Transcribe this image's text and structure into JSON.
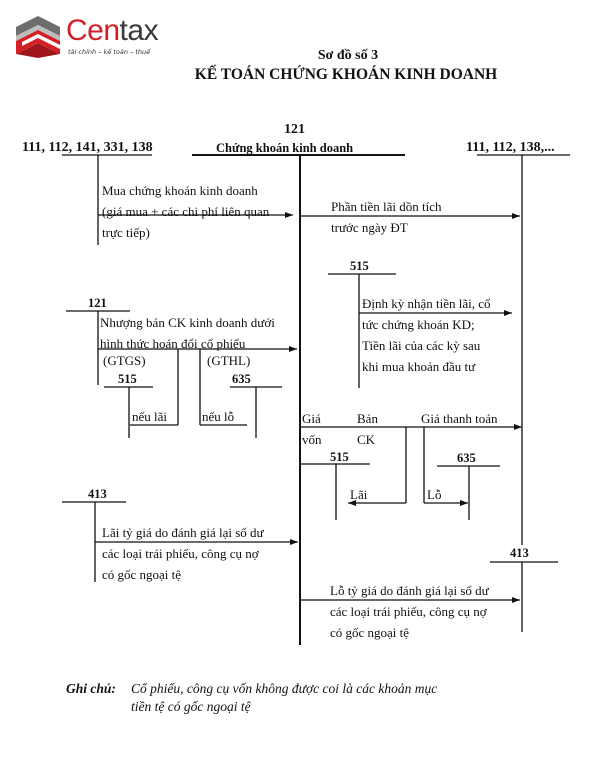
{
  "logo": {
    "brand_part1": "Cen",
    "brand_part2": "tax",
    "tagline": "tài chính – kế toán – thuế",
    "colors": {
      "red": "#d32027",
      "dark": "#3a3a3a"
    }
  },
  "title": {
    "line1": "Sơ đồ số 3",
    "line2": "KẾ TOÁN CHỨNG KHOÁN KINH DOANH"
  },
  "accounts": {
    "left_top": "111, 112, 141, 331, 138",
    "center_number": "121",
    "center_name": "Chứng khoán kinh doanh",
    "right_top": "111, 112, 138,...",
    "a515_right": "515",
    "a121_left": "121",
    "a515_left": "515",
    "a635_left": "635",
    "a515_mid": "515",
    "a635_mid": "635",
    "a413_left": "413",
    "a413_right": "413"
  },
  "entries": {
    "buy": [
      "Mua chứng khoán kinh doanh",
      "(giá mua + các chi phí liên quan",
      "trực tiếp)"
    ],
    "accrued_interest": [
      "Phần tiền lãi dồn tích",
      "trước ngày ĐT"
    ],
    "periodic_interest": [
      "Định kỳ nhận tiền lãi, cổ",
      "tức chứng khoán KD;",
      "Tiền lãi của các kỳ sau",
      "khi mua khoản đầu tư"
    ],
    "swap": [
      "Nhượng bán CK kinh doanh dưới",
      "hình thức hoán đổi cổ phiếu"
    ],
    "gtgs": "(GTGS)",
    "gthl": "(GTHL)",
    "if_gain": "nếu lãi",
    "if_loss": "nếu lỗ",
    "cost_label": [
      "Giá",
      "vốn"
    ],
    "sell_label": [
      "Bán",
      "CK"
    ],
    "payment_price": "Giá thanh toán",
    "gain": "Lãi",
    "loss": "Lỗ",
    "fx_gain": [
      "Lãi tỷ giá do đánh giá lại số dư",
      "các loại trái phiếu, công cụ nợ",
      "có gốc ngoại tệ"
    ],
    "fx_loss": [
      "Lỗ tỷ giá do đánh giá lại số dư",
      "các loại trái phiếu, công cụ nợ",
      "có gốc ngoại tệ"
    ]
  },
  "note": {
    "label": "Ghi chú:",
    "lines": [
      "Cổ phiếu, công cụ vốn không được coi là các khoản mục",
      "tiền tệ có gốc ngoại tệ"
    ]
  }
}
